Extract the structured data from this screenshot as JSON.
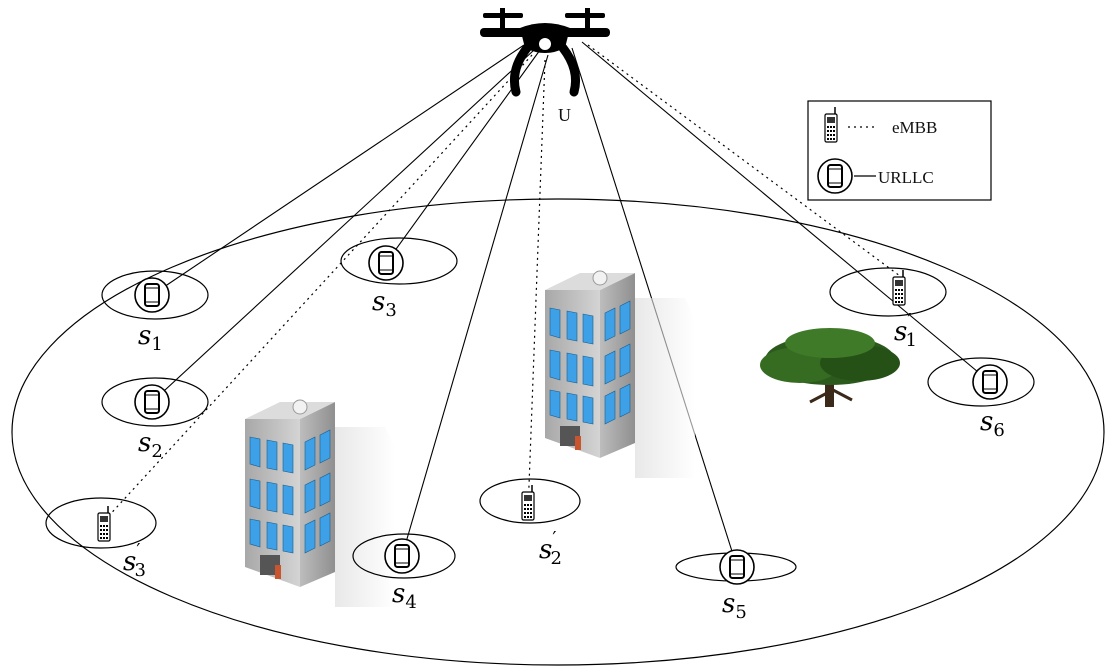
{
  "uav_label": "U",
  "legend": {
    "embb_label": "eMBB",
    "urllc_label": "URLLC"
  },
  "urllc_users": [
    {
      "id": "s1",
      "base": "s",
      "sub": "1"
    },
    {
      "id": "s2",
      "base": "s",
      "sub": "2"
    },
    {
      "id": "s3",
      "base": "s",
      "sub": "3"
    },
    {
      "id": "s4",
      "base": "s",
      "sub": "4"
    },
    {
      "id": "s5",
      "base": "s",
      "sub": "5"
    },
    {
      "id": "s6",
      "base": "s",
      "sub": "6"
    }
  ],
  "embb_users": [
    {
      "id": "s1p",
      "base": "s",
      "sub": "1",
      "prime": "′"
    },
    {
      "id": "s2p",
      "base": "s",
      "sub": "2",
      "prime": "′"
    },
    {
      "id": "s3p",
      "base": "s",
      "sub": "3",
      "prime": "′"
    }
  ],
  "colors": {
    "line": "#000000",
    "window": "#4aa8e8",
    "building": "#9a9a9a",
    "tree": "#2e5a1e"
  }
}
